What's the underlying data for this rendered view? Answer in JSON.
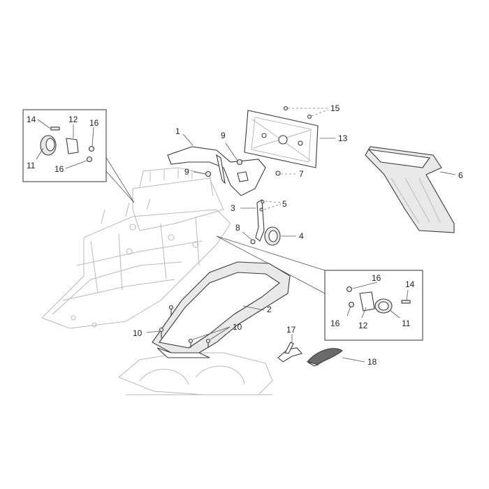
{
  "callouts": {
    "c1": "1",
    "c2": "2",
    "c3": "3",
    "c4": "4",
    "c5": "5",
    "c6": "6",
    "c7": "7",
    "c8": "8",
    "c9a": "9",
    "c9b": "9",
    "c10a": "10",
    "c10b": "10",
    "c11a": "11",
    "c11b": "11",
    "c12a": "12",
    "c12b": "12",
    "c13": "13",
    "c14a": "14",
    "c14b": "14",
    "c15": "15",
    "c16a": "16",
    "c16b": "16",
    "c16c": "16",
    "c16d": "16",
    "c17": "17",
    "c18": "18"
  }
}
